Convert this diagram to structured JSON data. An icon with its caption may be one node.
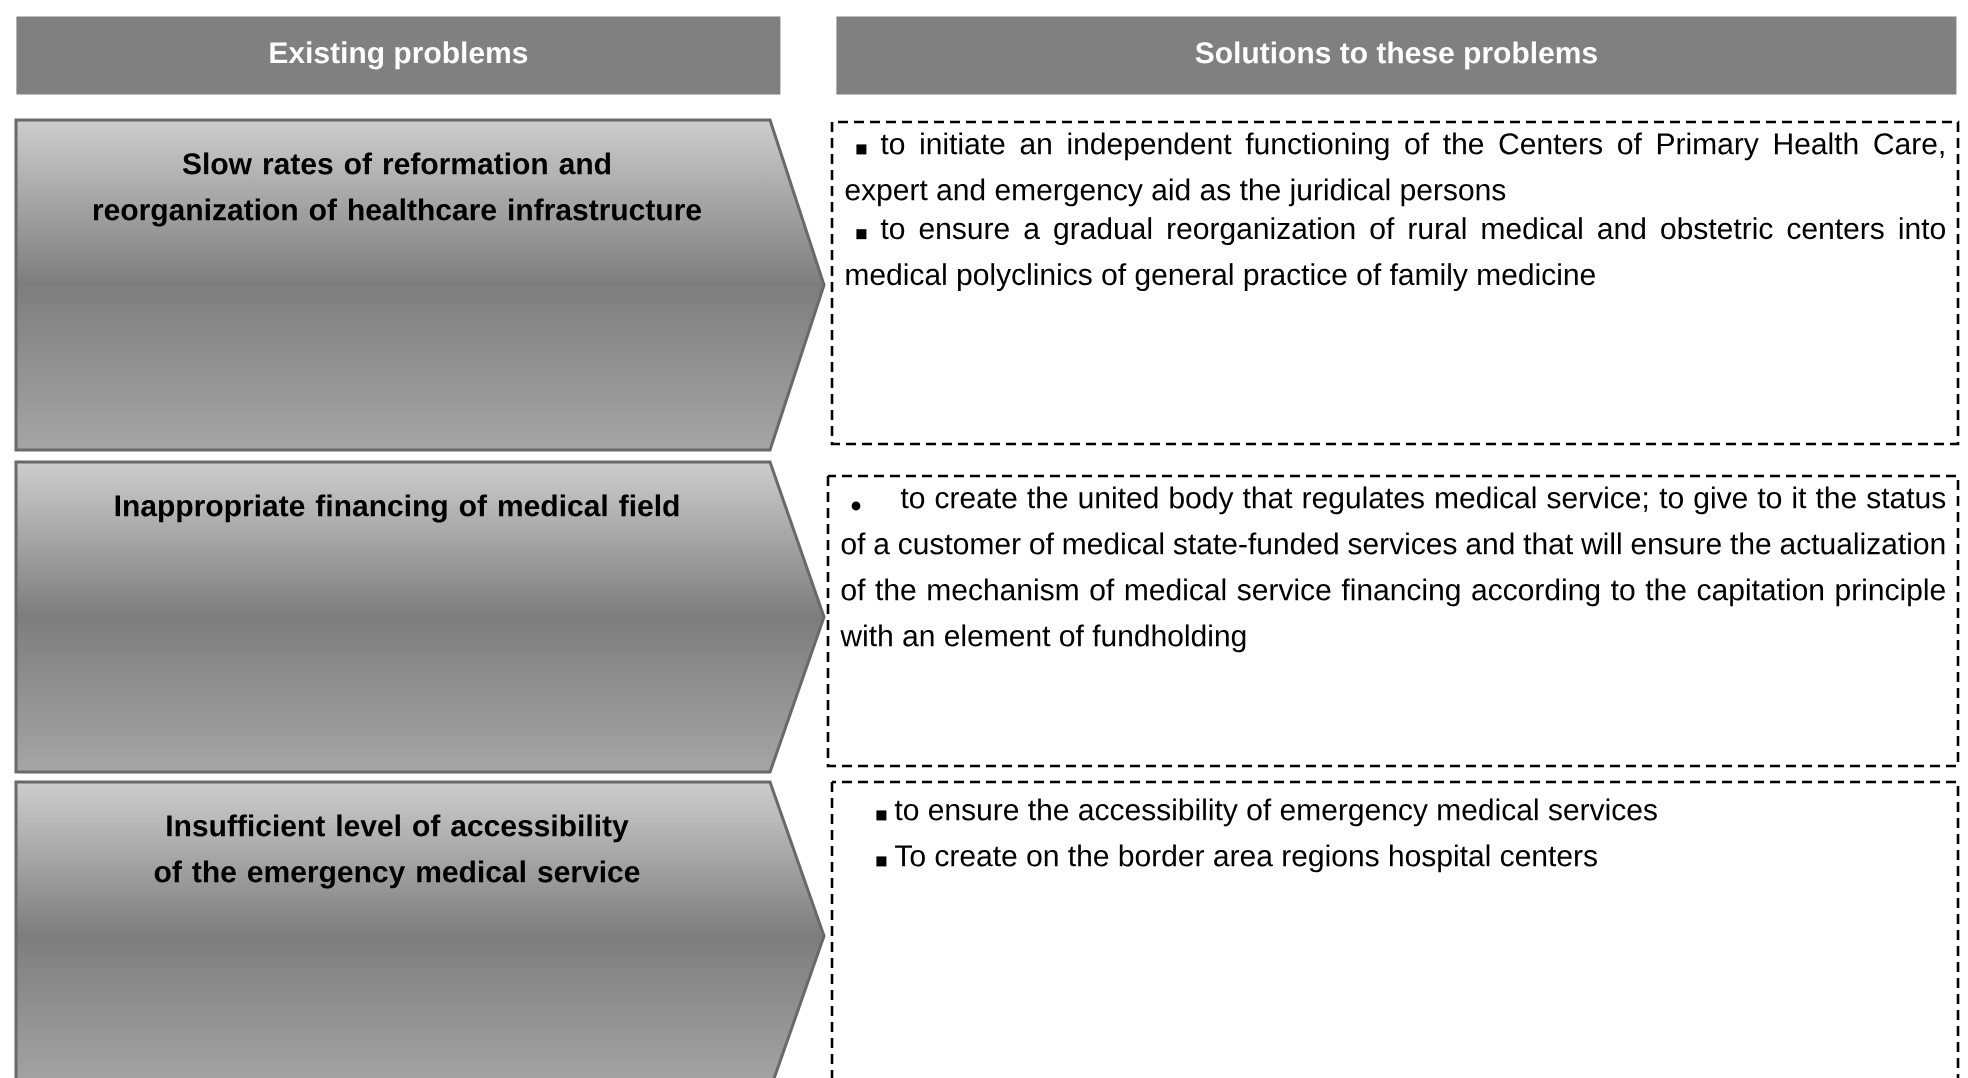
{
  "diagram": {
    "nodes": [
      {
        "text": [
          "Existing problems"
        ]
      },
      {
        "text": [
          "Solutions to these problems"
        ]
      },
      {
        "text": [
          "Slow rates of reformation and reorganization of healthcare infrastructure"
        ]
      },
      {
        "text": [
          "to initiate an independent functioning of the Centers of Primary Health Care, expert and emergency aid as the juridical persons",
          "to ensure a gradual reorganization of rural medical and obstetric centers into medical polyclinics of general practice of family medicine"
        ]
      },
      {
        "text": [
          "Inappropriate financing of medical field"
        ]
      },
      {
        "text": [
          "to create the united body that regulates medical service; to give to it the status of a customer of medical state-funded services and that will ensure the actualization of the mechanism of medical service financing according to the capitation principle with an element of fundholding"
        ]
      },
      {
        "text": [
          "Insufficient level of accessibility of the emergency medical service"
        ]
      },
      {
        "text": [
          "to ensure the accessibility of emergency medical services",
          "To create on the border area regions hospital centers"
        ]
      }
    ]
  }
}
